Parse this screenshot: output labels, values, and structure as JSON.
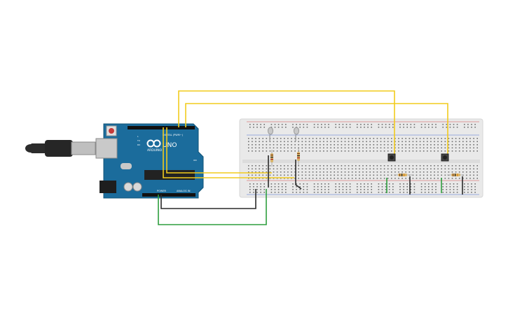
{
  "arduino": {
    "brand": "ARDUINO",
    "model": "UNO",
    "digital_label": "DIGITAL (PWM~)",
    "power_label": "POWER",
    "analog_label": "ANALOG IN",
    "tx_label": "TX",
    "rx_label": "RX",
    "l_label": "L",
    "on_label": "ON"
  },
  "colors": {
    "board": "#1b6c9c",
    "board_edge": "#135577",
    "breadboard": "#e9e9e9",
    "breadboard_edge": "#d6d6d6",
    "hole": "#6f6f6f",
    "wire_yellow": "#f2cb1d",
    "wire_black": "#2a2a2a",
    "wire_green": "#2e9e3e",
    "rail_red": "#d24a4a",
    "rail_blue": "#4a6fd2",
    "usb_cable": "#2c2c2c",
    "usb_plug": "#bfbfbf"
  },
  "components": {
    "leds": [
      "led-1",
      "led-2"
    ],
    "resistors": [
      "resistor-1",
      "resistor-2",
      "resistor-3",
      "resistor-4"
    ],
    "buttons": [
      "pushbutton-1",
      "pushbutton-2"
    ]
  }
}
